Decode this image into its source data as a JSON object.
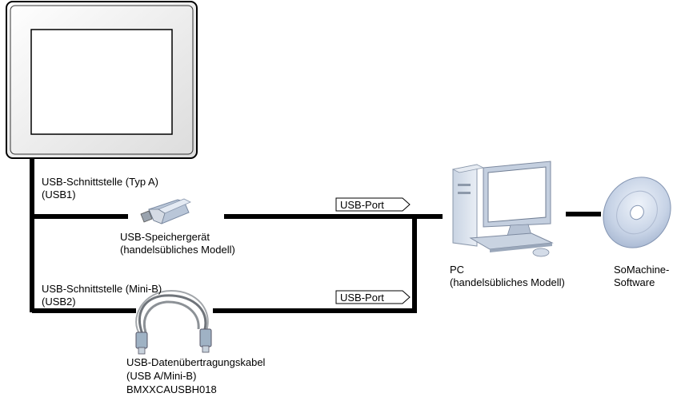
{
  "usb1_interface": {
    "line1": "USB-Schnittstelle (Typ A)",
    "line2": "(USB1)"
  },
  "usb_storage": {
    "line1": "USB-Speichergerät",
    "line2": "(handelsübliches Modell)"
  },
  "usb2_interface": {
    "line1": "USB-Schnittstelle (Mini-B)",
    "line2": "(USB2)"
  },
  "usb_cable": {
    "line1": "USB-Datenübertragungskabel",
    "line2": "(USB A/Mini-B)",
    "line3": "BMXXCAUSBH018"
  },
  "port_upper": "USB-Port",
  "port_lower": "USB-Port",
  "pc": {
    "line1": "PC",
    "line2": "(handelsübliches Modell)"
  },
  "software": {
    "line1": "SoMachine-",
    "line2": "Software"
  },
  "icons": [
    "hmi-display-icon",
    "usb-stick-icon",
    "usb-cable-icon",
    "pc-icon",
    "cd-disc-icon"
  ]
}
